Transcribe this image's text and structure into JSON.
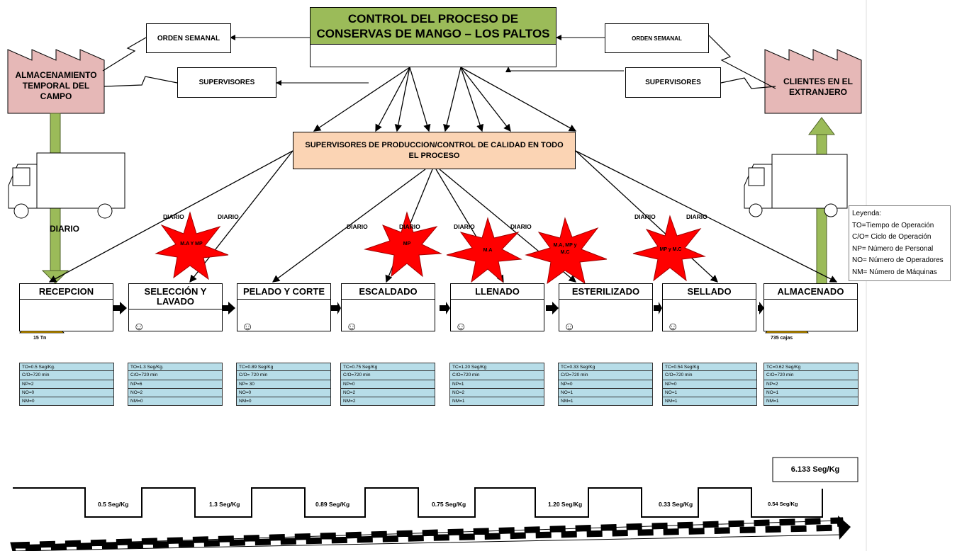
{
  "title_line1": "CONTROL DEL PROCESO DE",
  "title_line2": "CONSERVAS DE MANGO – LOS PALTOS",
  "orden_left": "ORDEN SEMANAL",
  "orden_right": "ORDEN SEMANAL",
  "sup_left": "SUPERVISORES",
  "sup_right": "SUPERVISORES",
  "almacen_label": "ALMACENAMIENTO TEMPORAL DEL CAMPO",
  "clientes_label": "CLIENTES EN EL EXTRANJERO",
  "supervisores_prod": "SUPERVISORES DE PRODUCCION/CONTROL DE CALIDAD EN TODO EL PROCESO",
  "diario_truck": "DIARIO",
  "diario": "DIARIO",
  "legend": {
    "title": "Leyenda:",
    "items": [
      "TO=Tiempo de Operación",
      "C/O= Ciclo de Operación",
      "NP= Número de Personal",
      "NO= Número de Operadores",
      "NM= Número de Máquinas"
    ]
  },
  "stars": [
    "M.A Y MP",
    "MP",
    "M.A",
    "M.A, MP y M.C",
    "MP y M.C"
  ],
  "inv_left": "15 Tn",
  "inv_right": "735 cajas",
  "processes": [
    {
      "name": "RECEPCION",
      "rows": [
        "TO=0.5 Seg/Kg.",
        "C/O=720 min",
        "NP=2",
        "NO=0",
        "NM=0"
      ]
    },
    {
      "name": "SELECCIÓN Y LAVADO",
      "rows": [
        "TO=1.3 Seg/Kg.",
        "C/O=720 min",
        "NP=6",
        "NO=2",
        "NM=0"
      ]
    },
    {
      "name": "PELADO Y CORTE",
      "rows": [
        "TC=0.89 Seg/Kg",
        "C/O= 720 min",
        "NP= 30",
        "NO=0",
        "NM=0"
      ]
    },
    {
      "name": "ESCALDADO",
      "rows": [
        "TC=0.75 Seg/Kg",
        "C/O=720 min",
        "NP=0",
        "NO=2",
        "NM=2"
      ]
    },
    {
      "name": "LLENADO",
      "rows": [
        "TC=1.20 Seg/Kg",
        "C/O=720 min",
        "NP=1",
        "NO=2",
        "NM=1"
      ]
    },
    {
      "name": "ESTERILIZADO",
      "rows": [
        "TC=0.33 Seg/Kg",
        "C/O=720 min",
        "NP=0",
        "NO=1",
        "NM=1"
      ]
    },
    {
      "name": "SELLADO",
      "rows": [
        "TC=0.54 Seg/Kg",
        "C/O=720 min",
        "NP=0",
        "NO=1",
        "NM=1"
      ]
    },
    {
      "name": "ALMACENADO",
      "rows": [
        "TC=0.62 Seg/Kg",
        "C/O=720 min",
        "NP=2",
        "NO=1",
        "NM=1"
      ]
    }
  ],
  "total_time": "6.133 Seg/Kg",
  "timeline": [
    "0.5 Seg/Kg",
    "1.3 Seg/Kg",
    "0.89 Seg/Kg",
    "0.75 Seg/Kg",
    "1.20 Seg/Kg",
    "0.33 Seg/Kg",
    "0.54 Seg/Kg"
  ],
  "colors": {
    "title_bg": "#9bbb59",
    "factory": "#e6b8b7",
    "supervisor_box": "#fbd4b4",
    "table": "#b7dde8",
    "star": "#ff0000",
    "inventory": "#ffc000",
    "push_arrow": "#9bbb59"
  }
}
